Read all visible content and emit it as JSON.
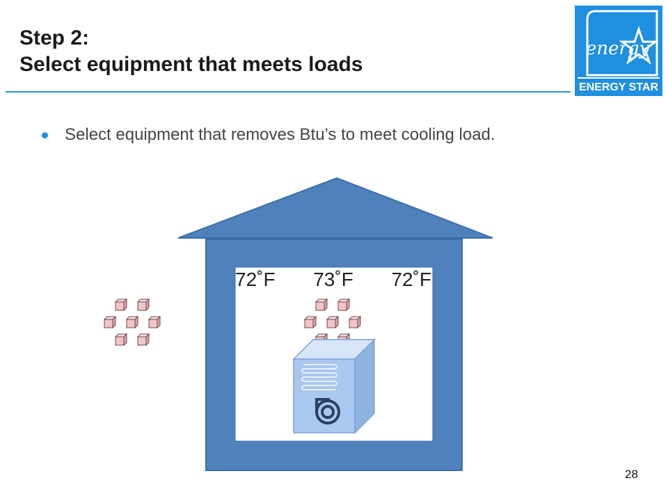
{
  "slide": {
    "title_line1": "Step 2:",
    "title_line2": "Select equipment that meets loads",
    "bullet": "Select equipment that removes Btu’s to meet cooling load.",
    "temps": [
      "72˚F",
      "73˚F",
      "72˚F"
    ],
    "page_number": "28"
  },
  "logo": {
    "script_text": "energy",
    "brand_text": "ENERGY STAR"
  },
  "colors": {
    "house_blue": "#4f81bd",
    "house_stroke": "#3b6ea8",
    "logo_blue": "#1f8fe0",
    "rule_blue": "#2f8fd0",
    "heat_cube": "#f2c4c8",
    "unit_fill": "#a9c8ef"
  },
  "icons": [
    "energy-star-logo",
    "heat-cube-icon",
    "cooling-unit-icon",
    "fan-icon",
    "coil-icon"
  ]
}
